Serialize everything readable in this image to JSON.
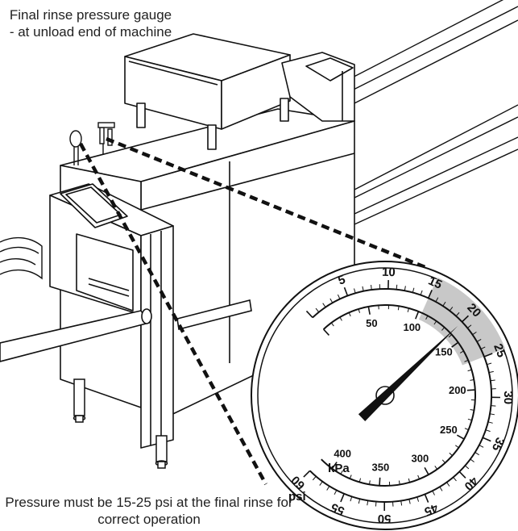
{
  "captions": {
    "top": "Final rinse pressure gauge - at unload end of machine",
    "bottom": "Pressure must be 15-25 psi at the final rinse for correct operation"
  },
  "gauge": {
    "outer_unit": "psi",
    "inner_unit": "kPa",
    "psi_labels": [
      "5",
      "10",
      "15",
      "20",
      "25",
      "30",
      "35",
      "40",
      "45",
      "50",
      "55",
      "60"
    ],
    "kpa_labels": [
      "50",
      "100",
      "150",
      "200",
      "250",
      "300",
      "350",
      "400"
    ],
    "psi_range": [
      0,
      60
    ],
    "kpa_range": [
      0,
      414
    ],
    "highlight_psi": [
      15,
      25
    ],
    "needle_psi": 20
  },
  "colors": {
    "ink": "#111111",
    "highlight": "#c8c8c8",
    "panel": "#ffffff"
  }
}
